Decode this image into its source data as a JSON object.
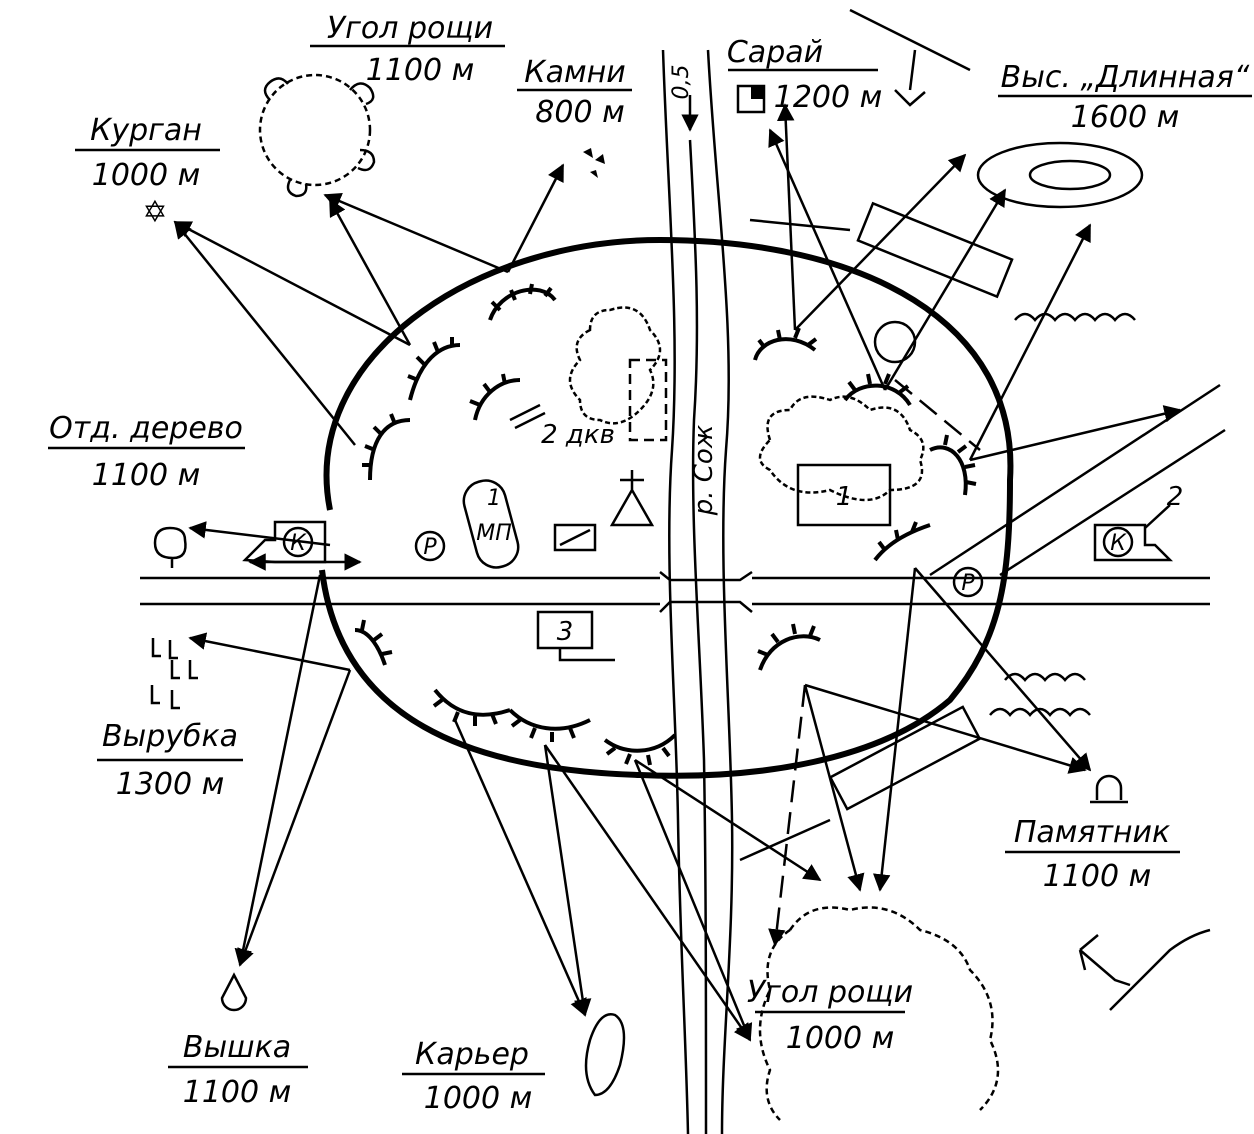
{
  "landmarks": [
    {
      "id": "grove-top",
      "name": "Угол рощи",
      "distance": "1100 м"
    },
    {
      "id": "stones",
      "name": "Камни",
      "distance": "800 м"
    },
    {
      "id": "barn",
      "name": "Сарай",
      "distance": "1200 м"
    },
    {
      "id": "hill",
      "name": "Выс. „Длинная“",
      "distance": "1600 м"
    },
    {
      "id": "mound",
      "name": "Курган",
      "distance": "1000 м"
    },
    {
      "id": "tree",
      "name": "Отд. дерево",
      "distance": "1100 м"
    },
    {
      "id": "clearing",
      "name": "Вырубка",
      "distance": "1300 м"
    },
    {
      "id": "tower",
      "name": "Вышка",
      "distance": "1100 м"
    },
    {
      "id": "quarry",
      "name": "Карьер",
      "distance": "1000 м"
    },
    {
      "id": "grove-bottom",
      "name": "Угол рощи",
      "distance": "1000 м"
    },
    {
      "id": "monument",
      "name": "Памятник",
      "distance": "1100 м"
    }
  ],
  "map_marks": {
    "river_name": "р. Сож",
    "river_speed": "0,5",
    "squad_label": "2 дкв",
    "position_1": "1",
    "position_3": "3",
    "k_left": "К",
    "k_right": "К",
    "p_left": "Р",
    "p_right": "Р",
    "mp_label": "МП",
    "mp_num": "1",
    "callout_2": "2"
  }
}
